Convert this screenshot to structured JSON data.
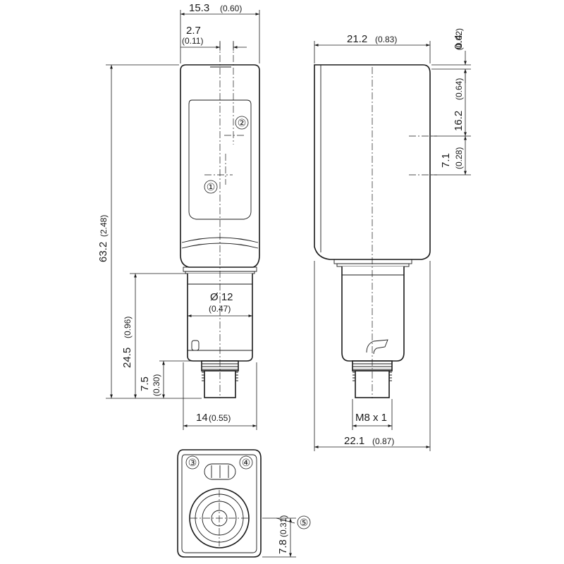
{
  "dimensions": {
    "top_width": {
      "mm": "15.3",
      "in": "(0.60)"
    },
    "offset": {
      "mm": "2.7",
      "in": "(0.11)"
    },
    "side_width": {
      "mm": "21.2",
      "in": "(0.83)"
    },
    "top_gap": {
      "mm": "0.4",
      "in": "(0.02)"
    },
    "height_a": {
      "mm": "16.2",
      "in": "(0.64)"
    },
    "height_b": {
      "mm": "7.1",
      "in": "(0.28)"
    },
    "total_height": {
      "mm": "63.2",
      "in": "(2.48)"
    },
    "diameter": {
      "mm": "Ø 12",
      "in": "(0.47)"
    },
    "connector_height": {
      "mm": "24.5",
      "in": "(0.96)"
    },
    "thread_height": {
      "mm": "7.5",
      "in": "(0.30)"
    },
    "bottom_width": {
      "mm": "14",
      "in": "(0.55)"
    },
    "thread": {
      "mm": "M8 x 1"
    },
    "overall_width": {
      "mm": "22.1",
      "in": "(0.87)"
    },
    "bottom_offset": {
      "mm": "7.8",
      "in": "(0.31)"
    }
  },
  "callouts": [
    "①",
    "②",
    "③",
    "④",
    "⑤"
  ]
}
